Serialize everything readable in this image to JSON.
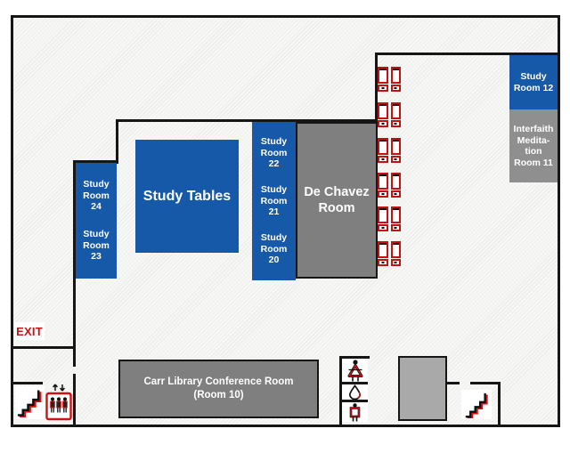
{
  "floorplan": {
    "exit_label": "EXIT",
    "rooms": {
      "study_tables": "Study Tables",
      "study_room_24": "Study\nRoom\n24",
      "study_room_23": "Study\nRoom\n23",
      "study_room_22": "Study\nRoom\n22",
      "study_room_21": "Study\nRoom\n21",
      "study_room_20": "Study\nRoom\n20",
      "de_chavez": "De Chavez\nRoom",
      "study_room_12": "Study\nRoom 12",
      "interfaith_meditation": "Interfaith\nMedita-\ntion\nRoom 11",
      "carr_conference": "Carr Library Conference Room\n(Room 10)"
    },
    "icons": {
      "shelving_units": 6,
      "shelving": "book-shelving-icon",
      "stairs_bottom_left": "stairs-icon",
      "stairs_bottom_right": "stairs-icon",
      "elevator": "elevator-icon",
      "womens_restroom": "womens-restroom-icon",
      "drinking_fountain": "drinking-fountain-icon",
      "mens_restroom": "mens-restroom-icon"
    },
    "colors": {
      "room_blue": "#1659a8",
      "room_gray": "#7f7f7f",
      "room_gray_flat": "#8f8f8f",
      "room_gray_light": "#a9a9a9",
      "icon_red": "#c41111",
      "exit_red": "#c41414",
      "wall_black": "#161616",
      "floor_hatch": "#f7f7f5"
    }
  }
}
